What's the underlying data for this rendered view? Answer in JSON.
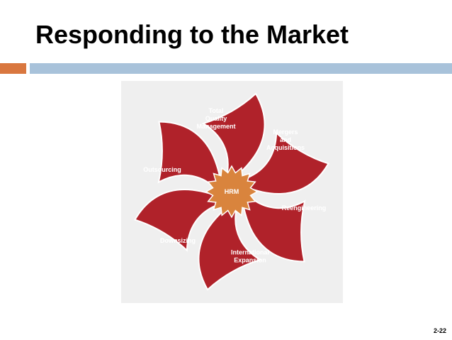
{
  "slide": {
    "title": "Responding to the Market",
    "page_number": "2-22"
  },
  "diagram": {
    "hub": {
      "label": "HRM",
      "color": "#d9843d"
    },
    "petal_color": "#b0222a",
    "petals": [
      {
        "key": "tqm",
        "lines": [
          "Total",
          "Quality",
          "Management"
        ]
      },
      {
        "key": "mergers",
        "lines": [
          "Mergers",
          "and",
          "Acquisitions"
        ]
      },
      {
        "key": "reengineering",
        "lines": [
          "Reengineering"
        ]
      },
      {
        "key": "international",
        "lines": [
          "International",
          "Expansion"
        ]
      },
      {
        "key": "downsizing",
        "lines": [
          "Downsizing"
        ]
      },
      {
        "key": "outsourcing",
        "lines": [
          "Outsourcing"
        ]
      }
    ]
  },
  "colors": {
    "accent": "#d9773f",
    "rule": "#a8c2da",
    "diagram_background": "#efefef"
  }
}
